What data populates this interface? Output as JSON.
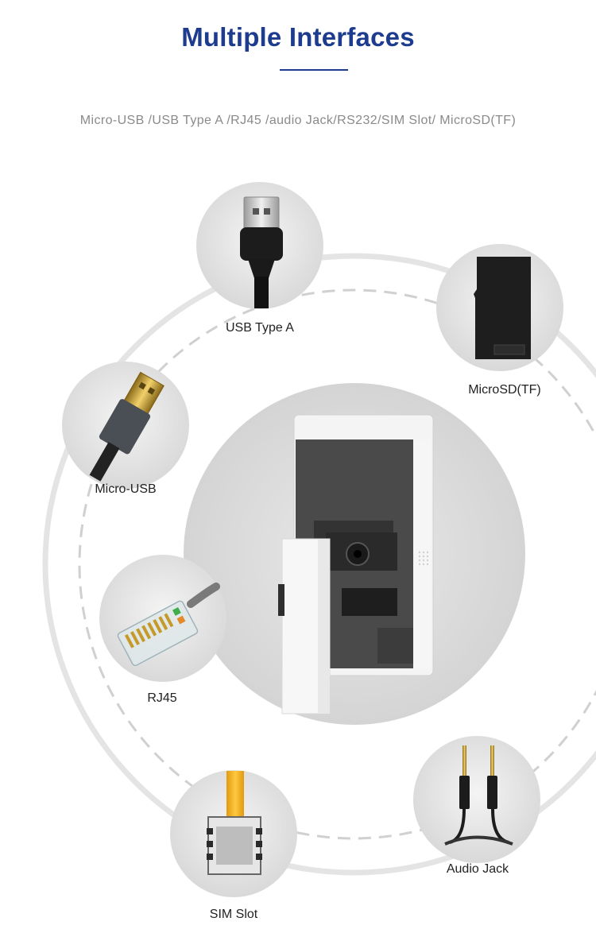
{
  "header": {
    "title": "Multiple Interfaces",
    "subtitle": "Micro-USB /USB Type A /RJ45 /audio Jack/RS232/SIM Slot/ MicroSD(TF)"
  },
  "interfaces": {
    "usb_type_a": "USB Type A",
    "microsd": "MicroSD(TF)",
    "micro_usb": "Micro-USB",
    "rj45": "RJ45",
    "audio_jack": "Audio Jack",
    "sim_slot": "SIM Slot"
  },
  "colors": {
    "accent": "#1d3b8f",
    "circle_bg": "#dcdcdc",
    "ring": "#e6e6e6"
  }
}
